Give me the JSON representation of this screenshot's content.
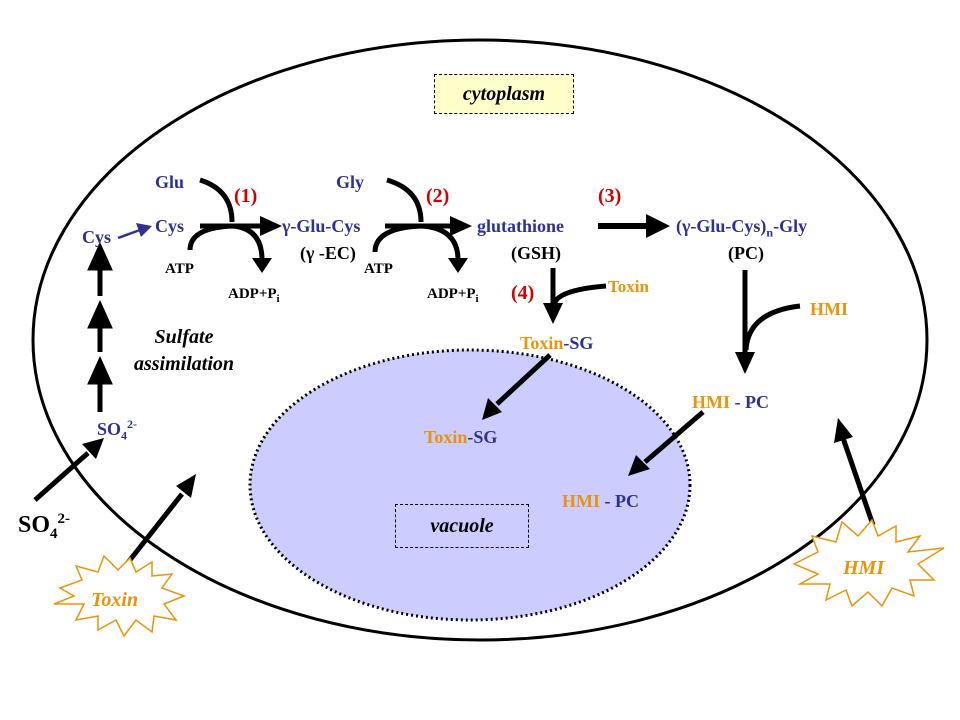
{
  "labels": {
    "cytoplasm": "cytoplasm",
    "vacuole": "vacuole",
    "glu": "Glu",
    "cys": "Cys",
    "cys_small": "Cys",
    "gly": "Gly",
    "step1": "(1)",
    "step2": "(2)",
    "step3": "(3)",
    "step4": "(4)",
    "atp1": "ATP",
    "atp2": "ATP",
    "adp_main": "ADP+P",
    "adp_sub": "i",
    "gamma_glu_cys": "γ-Glu-Cys",
    "gamma_ec": "(γ -EC)",
    "glutathione": "glutathione",
    "gsh": "(GSH)",
    "pc_formula_pre": "(γ-Glu-Cys)",
    "pc_formula_sub": "n",
    "pc_formula_post": "-Gly",
    "pc": "(PC)",
    "toxin": "Toxin",
    "toxin_sg_toxin": "Toxin",
    "toxin_sg_sg": "-SG",
    "hmi": "HMI",
    "hmi_pc_hmi": "HMI",
    "hmi_pc_pc": " - PC",
    "sulfate_line1": "Sulfate",
    "sulfate_line2": "assimilation",
    "so4_base": "SO",
    "so4_sub": "4",
    "so4_sup": "2-",
    "toxin_star": "Toxin",
    "hmi_star": "HMI"
  },
  "colors": {
    "blue_text": "#2e3192",
    "orange_text": "#e8940c",
    "red_text": "#d40000",
    "vacuole_fill": "#ccccff",
    "cytoplasm_box_fill": "#ffffcc",
    "star_stroke": "#e8940c"
  }
}
